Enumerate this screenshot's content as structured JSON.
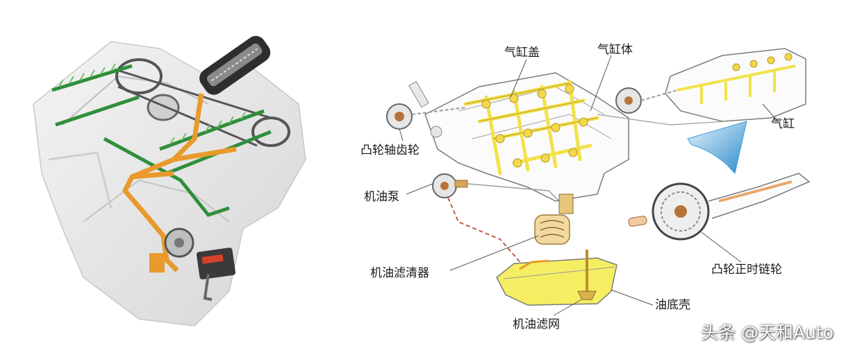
{
  "labels": {
    "cylinder_cover": "气缸盖",
    "cylinder_block": "气缸体",
    "cylinder": "气缸",
    "camshaft_gear": "凸轮轴齿轮",
    "oil_pump": "机油泵",
    "oil_filter": "机油滤清器",
    "oil_pan": "油底壳",
    "oil_strainer": "机油滤网",
    "cam_timing_sprocket": "凸轮正时链轮"
  },
  "watermark": "头条 @天和Auto",
  "colors": {
    "oil_yellow": "#f2e24a",
    "gallery_orange": "#e89a2c",
    "camshaft_green": "#2f8f3a",
    "arrow_blue": "#3a9fd6",
    "line_gray": "#8c8c8c"
  }
}
